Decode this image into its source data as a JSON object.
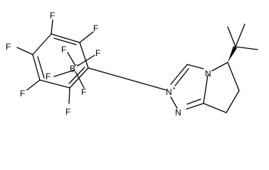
{
  "molecule": {
    "atoms": {
      "fluorine": "F",
      "boron": "B",
      "nitrogen": "N",
      "n_plus": "N",
      "plus_charge": "+",
      "minus_charge": "−"
    }
  }
}
